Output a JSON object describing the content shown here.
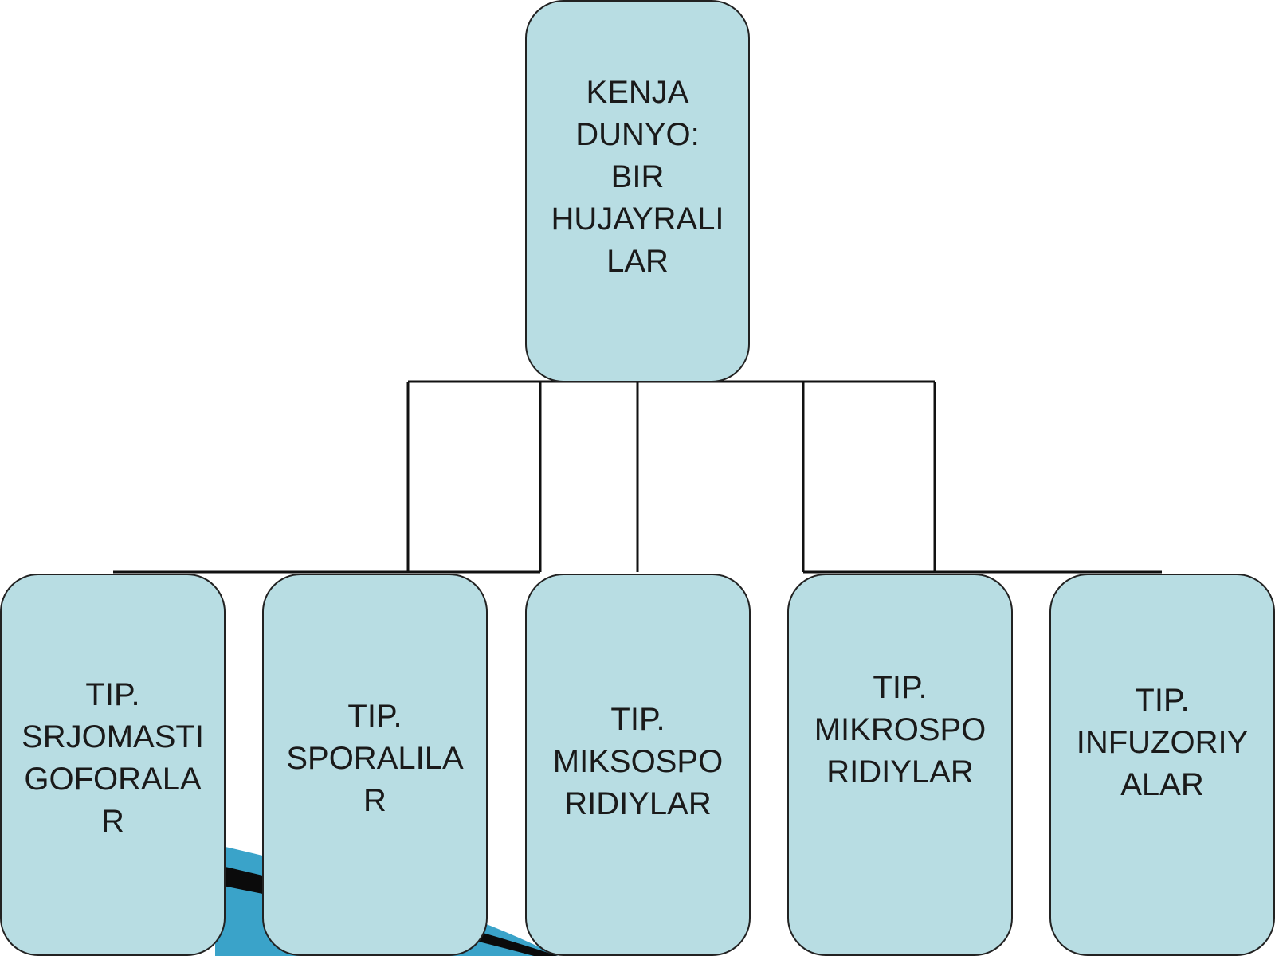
{
  "diagram": {
    "root": {
      "label": "KENJA\nDUNYO:\nBIR\nHUJAYRALI\nLAR"
    },
    "children": [
      {
        "label": "TIP.\nSRJOMASTI\nGOFORALA\nR"
      },
      {
        "label": "TIP.\nSPORALILA\nR"
      },
      {
        "label": "TIP.\nMIKSOSPO\nRIDIYLAR"
      },
      {
        "label": "TIP.\nMIKROSPO\nRIDIYLAR"
      },
      {
        "label": "TIP.\nINFUZORIY\nALAR"
      }
    ]
  },
  "colors": {
    "box_fill": "#b8dde3",
    "box_border": "#222222",
    "connector": "#111111",
    "decor_blue": "#3aa3c9",
    "decor_dark": "#0b0b0b"
  }
}
